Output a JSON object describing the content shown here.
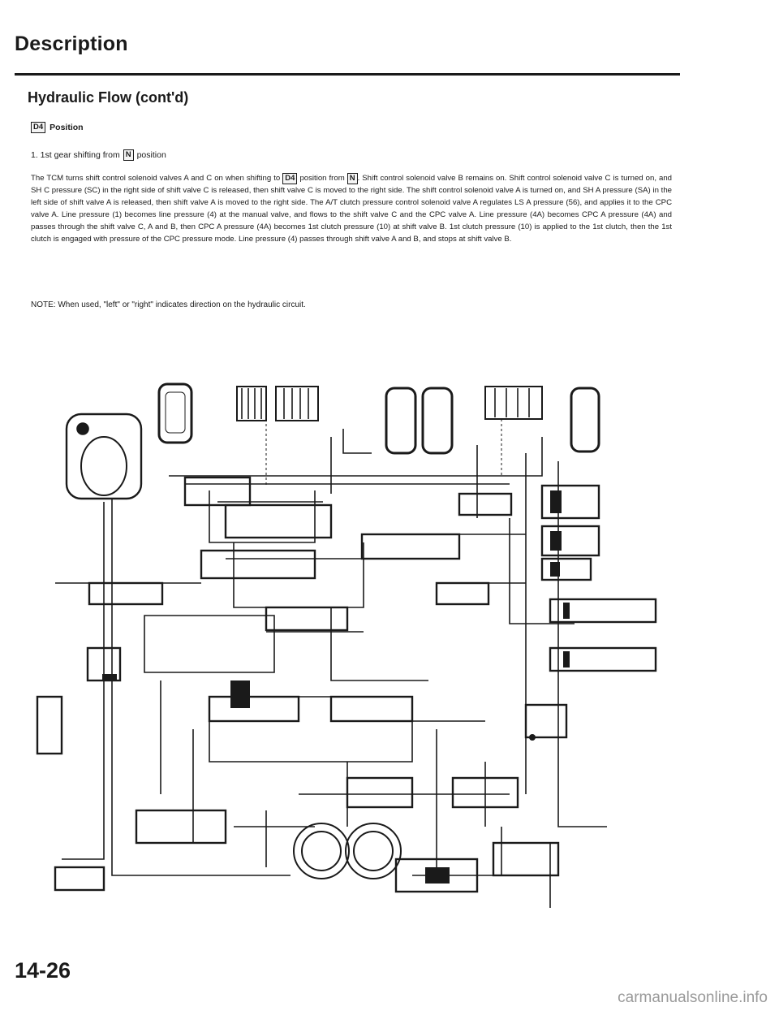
{
  "header": {
    "title": "Description"
  },
  "section": {
    "title": "Hydraulic Flow (cont'd)",
    "position_symbol": "D4",
    "position_label": "Position"
  },
  "step": {
    "prefix": "1.  1st gear shifting from",
    "symbol": "N",
    "suffix": "position"
  },
  "paragraph": {
    "s1": "The TCM turns shift control solenoid valves A and C on when shifting to",
    "sym1": "D4",
    "s2": "position from",
    "sym2": "N",
    "s3": ". Shift control solenoid valve B remains on. Shift control solenoid valve C is turned on, and SH C pressure (SC) in the right side of shift valve C is released, then shift valve C is moved to the right side. The shift control solenoid valve A is turned on, and SH A pressure (SA) in the left side of shift valve A is released, then shift valve A is moved to the right side. The A/T clutch pressure control solenoid valve A regulates LS A pressure (56), and applies it to the CPC valve A. Line pressure (1) becomes line pressure (4) at the manual valve, and flows to the shift valve C and the CPC valve A. Line pressure (4A) becomes CPC A pressure (4A) and passes through the shift valve C, A and B, then CPC A pressure (4A) becomes 1st clutch pressure (10) at shift valve B. 1st clutch pressure (10) is applied to the 1st clutch, then the 1st clutch is engaged with pressure of the CPC pressure mode. Line pressure (4) passes through shift valve A and B, and stops at shift valve B."
  },
  "note": "NOTE:  When used, \"left\" or \"right\" indicates direction on the hydraulic circuit.",
  "page_number": "14-26",
  "watermark": "carmanualsonline.info"
}
